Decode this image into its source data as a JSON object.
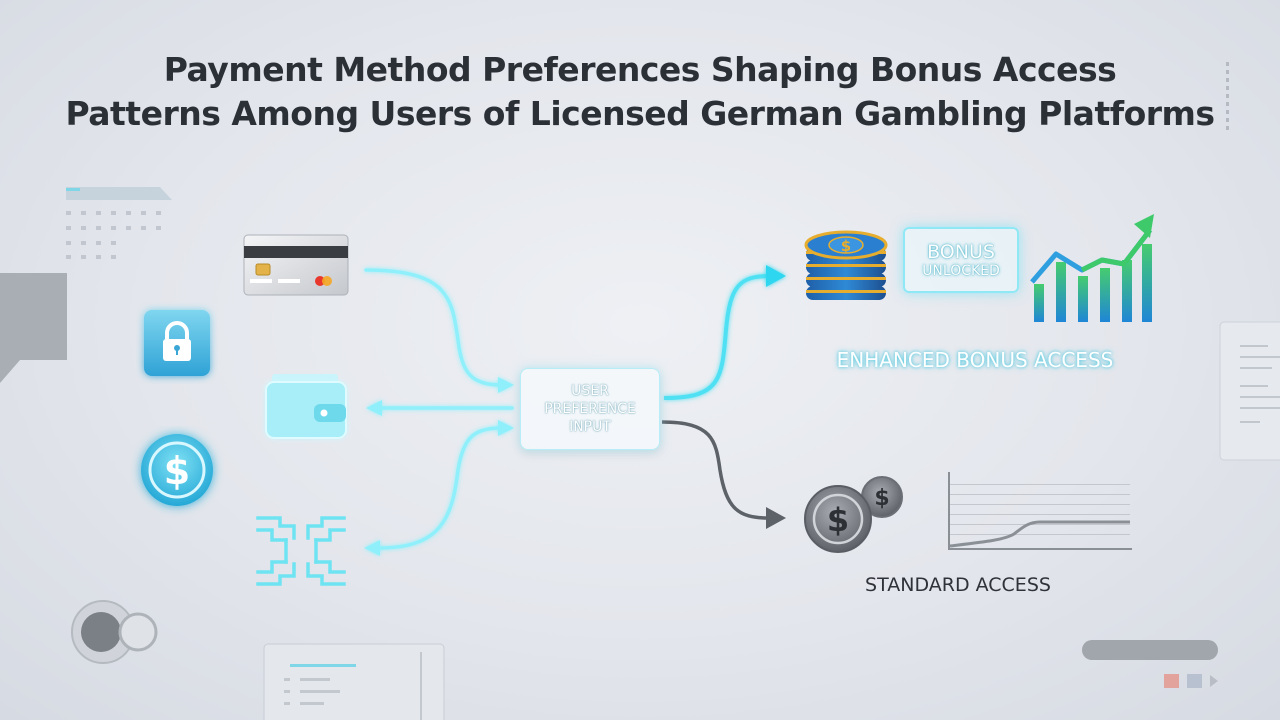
{
  "title": {
    "line1": "Payment Method Preferences Shaping Bonus Access",
    "line2": "Patterns Among Users of Licensed German Gambling Platforms"
  },
  "hub": {
    "line1": "USER",
    "line2": "PREFERENCE",
    "line3": "INPUT"
  },
  "bonus_badge": {
    "line1": "BONUS",
    "line2": "UNLOCKED"
  },
  "outcomes": {
    "enhanced": "ENHANCED BONUS ACCESS",
    "standard": "STANDARD ACCESS"
  },
  "icons": [
    "credit-card-icon",
    "lock-icon",
    "wallet-icon",
    "dollar-coin-icon",
    "crypto-network-icon",
    "casino-chips-icon",
    "growth-chart-icon",
    "grey-coins-icon",
    "flat-chart-icon"
  ],
  "colors": {
    "accent_cyan": "#5fe1f3",
    "enhanced_arrow": "#2fd7ef",
    "standard_arrow": "#5d6168",
    "chart_green": "#3ec96b",
    "chart_blue": "#1f8bd6",
    "chip_gold": "#e2a92a"
  }
}
